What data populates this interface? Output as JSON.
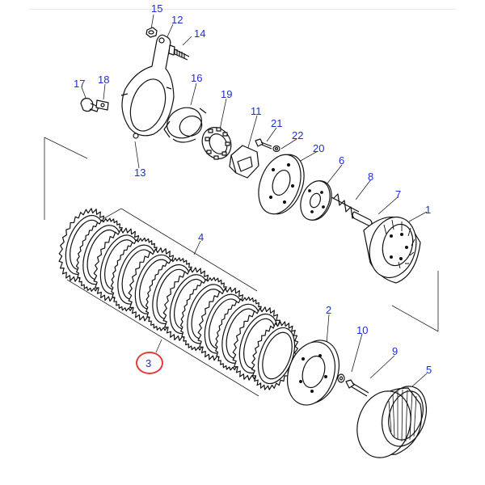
{
  "diagram": {
    "part_numbers": {
      "p1": "1",
      "p2": "2",
      "p3": "3",
      "p4": "4",
      "p5": "5",
      "p6": "6",
      "p7": "7",
      "p8": "8",
      "p9": "9",
      "p10": "10",
      "p11": "11",
      "p12": "12",
      "p13": "13",
      "p14": "14",
      "p15": "15",
      "p16": "16",
      "p17": "17",
      "p18": "18",
      "p19": "19",
      "p20": "20",
      "p21": "21",
      "p22": "22"
    },
    "highlighted_part": "3",
    "colors": {
      "label": "#1f2fc9",
      "highlight": "#e33a3a",
      "ink": "#111111"
    }
  }
}
